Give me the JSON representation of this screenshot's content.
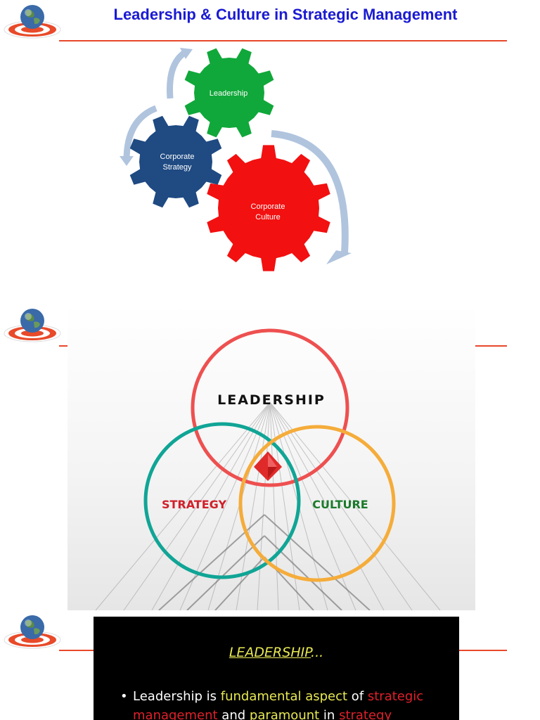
{
  "slide1": {
    "title": "Leadership & Culture in Strategic Management",
    "gears": {
      "leadership": "Leadership",
      "strategy_line1": "Corporate",
      "strategy_line2": "Strategy",
      "culture_line1": "Corporate",
      "culture_line2": "Culture"
    }
  },
  "slide2": {
    "circle_top": "LEADERSHIP",
    "circle_left": "STRATEGY",
    "circle_right": "CULTURE"
  },
  "slide3": {
    "heading": "LEADERSHIP",
    "heading_suffix": "...",
    "bullet_char": "•",
    "bullet": {
      "w1": "Leadership is ",
      "w2": "fundamental aspect",
      "w3": " of ",
      "w4": "strategic management",
      "w5": " and ",
      "w6": "paramount",
      "w7": " in ",
      "w8": "strategy"
    }
  },
  "colors": {
    "title": "#1a1ad2",
    "rule": "#e8482a",
    "gear_green": "#10a83a",
    "gear_blue": "#1f4a82",
    "gear_red": "#f21010",
    "ring_red": "#ee5050",
    "ring_teal": "#10a596",
    "ring_orange": "#f5ac3a",
    "strategy_text": "#d0202a",
    "culture_text": "#1a7a2a"
  },
  "icons": [
    "globe-target-logo",
    "cycle-arrow-icon",
    "diamond-icon"
  ]
}
